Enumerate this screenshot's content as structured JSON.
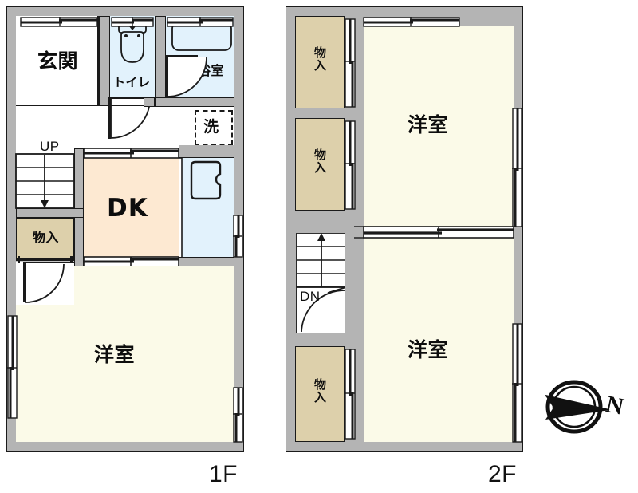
{
  "document": {
    "type": "residential-floor-plan",
    "floors": [
      {
        "id": "1F",
        "label": "1F",
        "rooms": [
          {
            "name": "genkan",
            "label": "玄関",
            "type": "entrance",
            "color": "#ffffff"
          },
          {
            "name": "toilet",
            "label": "トイレ",
            "type": "toilet",
            "color": "#e2f2fc"
          },
          {
            "name": "bath",
            "label": "浴室",
            "type": "bathroom",
            "color": "#e2f2fc"
          },
          {
            "name": "washer",
            "label": "洗",
            "type": "washer-space",
            "color": "#ffffff"
          },
          {
            "name": "dk",
            "label": "DK",
            "type": "dining-kitchen",
            "color": "#fde9d2"
          },
          {
            "name": "kitchen",
            "label": "",
            "type": "kitchen-sink",
            "color": "#e2f2fc"
          },
          {
            "name": "closet",
            "label": "物入",
            "type": "storage",
            "color": "#ddd0ab"
          },
          {
            "name": "bedroom",
            "label": "洋室",
            "type": "western-room",
            "color": "#fbfae8"
          }
        ],
        "stairs": {
          "label": "UP",
          "direction": "up"
        }
      },
      {
        "id": "2F",
        "label": "2F",
        "rooms": [
          {
            "name": "closet-top",
            "label": "物入",
            "type": "storage",
            "color": "#ddd0ab"
          },
          {
            "name": "closet-mid",
            "label": "物入",
            "type": "storage",
            "color": "#ddd0ab"
          },
          {
            "name": "closet-bottom",
            "label": "物入",
            "type": "storage",
            "color": "#ddd0ab"
          },
          {
            "name": "bedroom-north",
            "label": "洋室",
            "type": "western-room",
            "color": "#fbfae8"
          },
          {
            "name": "bedroom-south",
            "label": "洋室",
            "type": "western-room",
            "color": "#fbfae8"
          }
        ],
        "stairs": {
          "label": "DN",
          "direction": "down"
        }
      }
    ],
    "compass": {
      "label": "N",
      "points": "right"
    },
    "colors": {
      "wall": "#b4b4b4",
      "outline": "#1a1a1a",
      "room_cream": "#fbfae8",
      "room_dk": "#fde9d2",
      "room_water": "#e2f2fc",
      "room_storage": "#ddd0ab",
      "background": "#ffffff"
    }
  }
}
